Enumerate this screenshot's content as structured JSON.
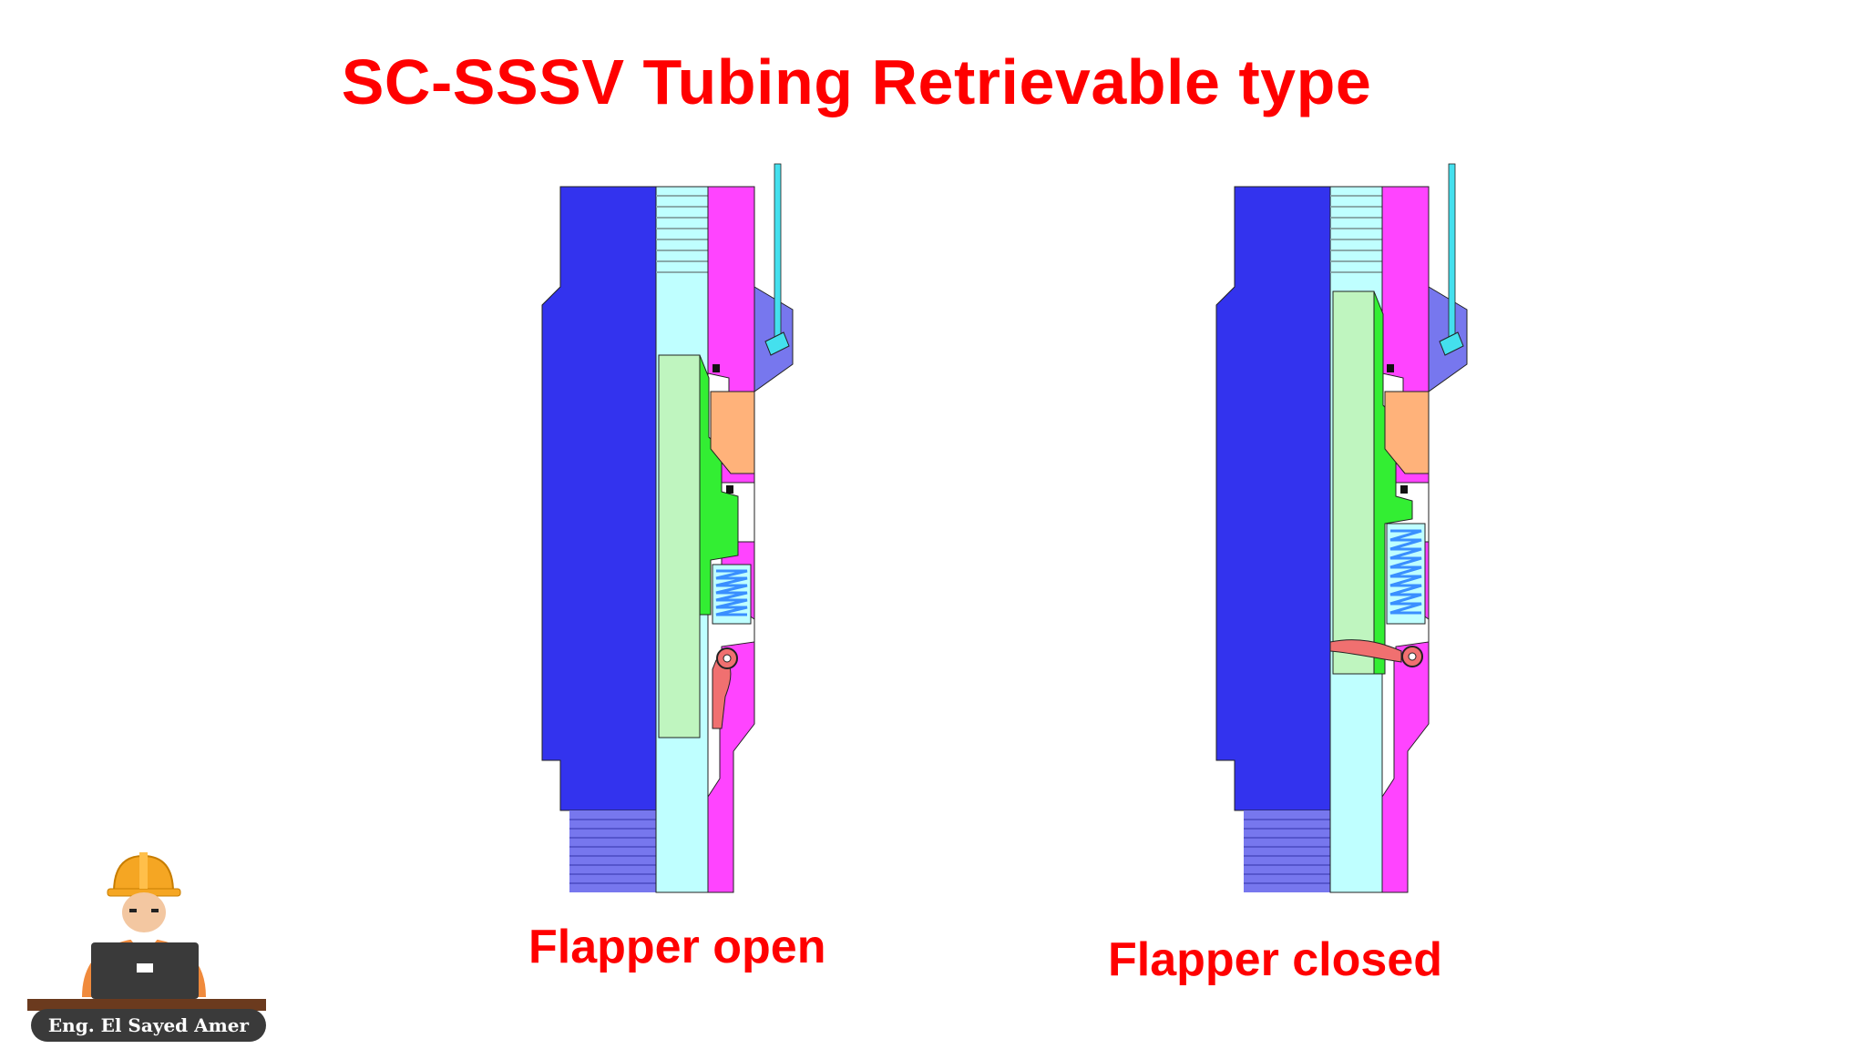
{
  "title": "SC-SSSV Tubing Retrievable type",
  "diagrams": [
    {
      "id": "open",
      "caption": "Flapper open",
      "flapper_state": "open"
    },
    {
      "id": "closed",
      "caption": "Flapper closed",
      "flapper_state": "closed"
    }
  ],
  "author": "Eng. El Sayed Amer",
  "icons": [
    "engineer-avatar-icon",
    "laptop-icon",
    "hard-hat-icon"
  ],
  "colors": {
    "title": "#ff0000",
    "body": "#3333ee",
    "bore": "#bfffff",
    "housing": "#ff44ff",
    "flow_tube": "#bff5bf",
    "piston": "#33ee33",
    "seal": "#ffb27a",
    "spring": "#3a8fff",
    "flapper": "#f07070",
    "control_line": "#44e0ee",
    "thread": "#7777ee"
  }
}
